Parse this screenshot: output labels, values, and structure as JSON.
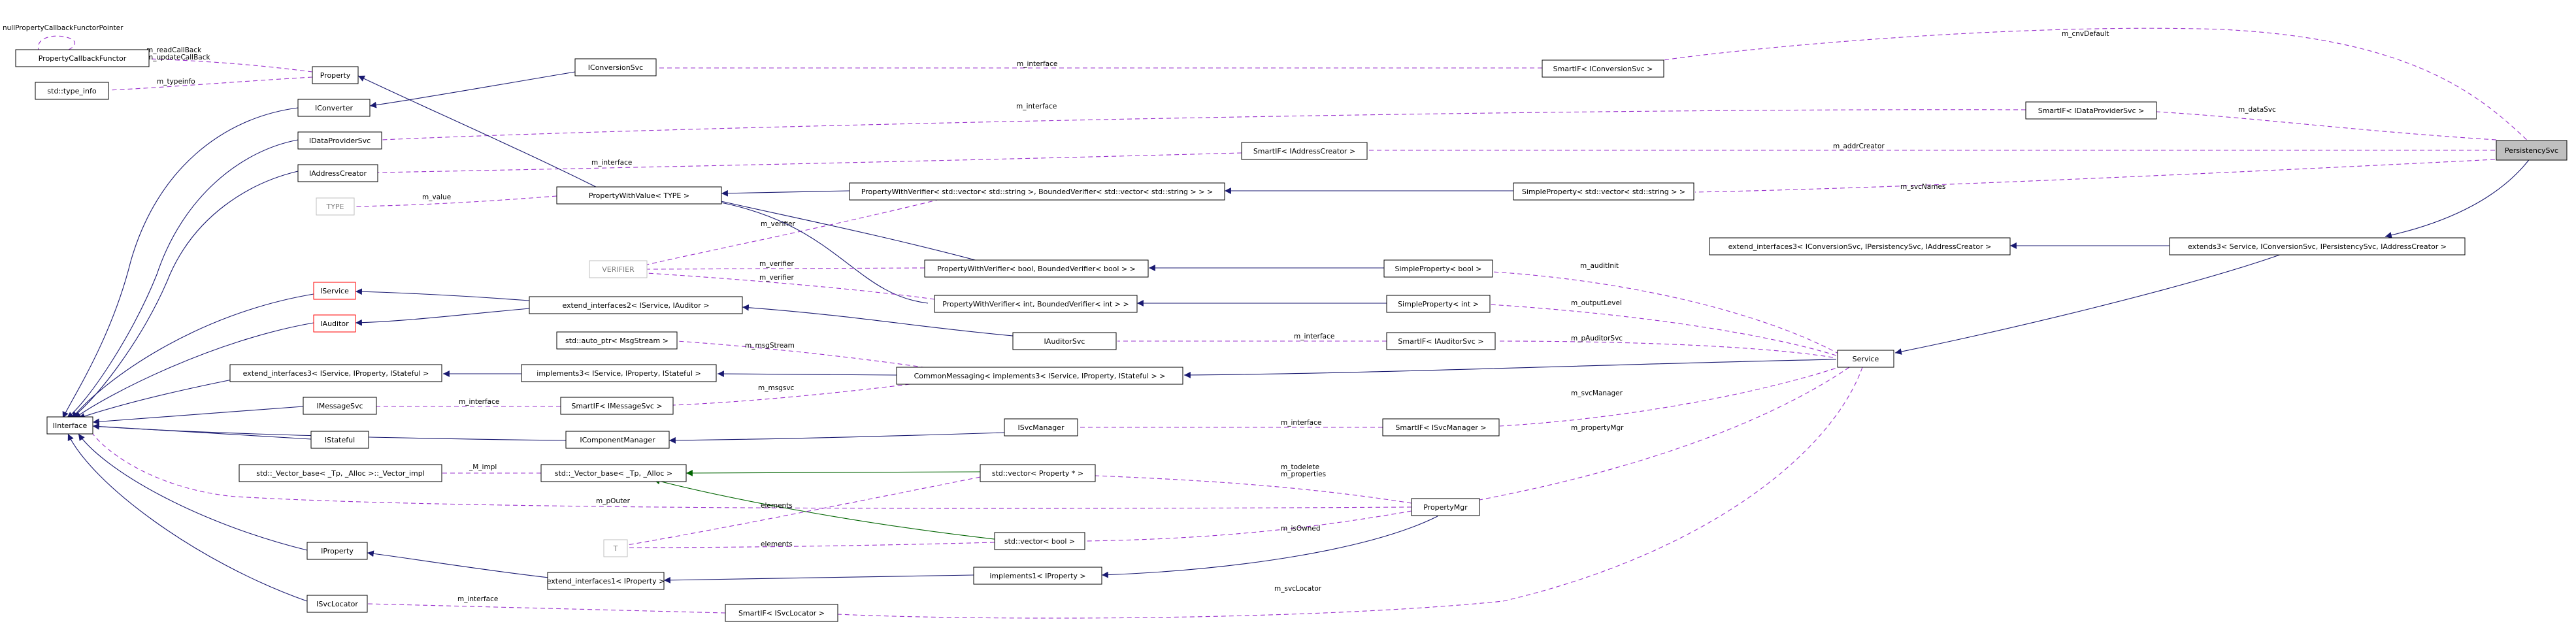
{
  "nodes": {
    "persistencysvc": "PersistencySvc",
    "smartif_iconversionsvc": "SmartIF< IConversionSvc >",
    "smartif_idataprovidersvc": "SmartIF< IDataProviderSvc >",
    "smartif_iaddresscreator": "SmartIF< IAddressCreator >",
    "simpleproperty_vecstring": "SimpleProperty< std::vector< std::string > >",
    "propertywithverifier_vecstring": "PropertyWithVerifier< std::vector< std::string >, BoundedVerifier< std::vector< std::string > > >",
    "extend_interfaces3": "extend_interfaces3< IConversionSvc, IPersistencySvc, IAddressCreator >",
    "extends3": "extends3< Service, IConversionSvc, IPersistencySvc, IAddressCreator >",
    "simpleproperty_bool": "SimpleProperty< bool >",
    "simpleproperty_int": "SimpleProperty< int >",
    "propertywithverifier_bool": "PropertyWithVerifier< bool, BoundedVerifier< bool > >",
    "propertywithverifier_int": "PropertyWithVerifier< int, BoundedVerifier< int > >",
    "smartif_iauditorsvc": "SmartIF< IAuditorSvc >",
    "iauditorsvc": "IAuditorSvc",
    "service": "Service",
    "commonmessaging": "CommonMessaging< implements3< IService, IProperty, IStateful > >",
    "implements3": "implements3< IService, IProperty, IStateful >",
    "extend_interfaces3_b": "extend_interfaces3< IService, IProperty, IStateful >",
    "auto_ptr_msgstream": "std::auto_ptr< MsgStream >",
    "smartif_imessagesvc": "SmartIF< IMessageSvc >",
    "imessagesvc": "IMessageSvc",
    "isvcmanager": "ISvcManager",
    "smartif_isvcmanager": "SmartIF< ISvcManager >",
    "icomponentmanager": "IComponentManager",
    "istateful": "IStateful",
    "iinterface": "IInterface",
    "vector_base_impl": "std::_Vector_base< _Tp, _Alloc >::_Vector_impl",
    "vector_base": "std::_Vector_base< _Tp, _Alloc >",
    "vector_property": "std::vector< Property * >",
    "vector_bool": "std::vector< bool >",
    "propertymgr": "PropertyMgr",
    "t_node": "T",
    "iproperty": "IProperty",
    "extend_interfaces1": "extend_interfaces1< IProperty >",
    "implements1": "implements1< IProperty >",
    "isvclocator": "ISvcLocator",
    "smartif_isvclocator": "SmartIF< ISvcLocator >",
    "propertycallbackfunctor": "PropertyCallbackFunctor",
    "std_type_info": "std::type_info",
    "property": "Property",
    "iconversionsvc": "IConversionSvc",
    "iconverter": "IConverter",
    "idataprovidersvc": "IDataProviderSvc",
    "iaddresscreator": "IAddressCreator",
    "type_node": "TYPE",
    "propertywithvalue": "PropertyWithValue< TYPE >",
    "verifier_node": "VERIFIER",
    "iservice": "IService",
    "iauditor": "IAuditor",
    "extend_interfaces2": "extend_interfaces2< IService, IAuditor >"
  },
  "edge_labels": {
    "m_cnvDefault": "m_cnvDefault",
    "m_interface_1": "m_interface",
    "m_dataSvc": "m_dataSvc",
    "m_interface_2": "m_interface",
    "m_addrCreator": "m_addrCreator",
    "m_interface_3": "m_interface",
    "m_svcNames": "m_svcNames",
    "m_auditInit": "m_auditInit",
    "m_outputLevel": "m_outputLevel",
    "m_pAuditorSvc": "m_pAuditorSvc",
    "m_interface_4": "m_interface",
    "m_msgStream": "m_msgStream",
    "m_msgsvc": "m_msgsvc",
    "m_interface_5": "m_interface",
    "m_svcManager": "m_svcManager",
    "m_interface_6": "m_interface",
    "m_propertyMgr": "m_propertyMgr",
    "m_todelete_properties": "m_todelete\nm_properties",
    "M_impl": "_M_impl",
    "elements_1": "elements",
    "elements_2": "elements",
    "m_pOuter": "m_pOuter",
    "m_isOwned": "m_isOwned",
    "m_svcLocator": "m_svcLocator",
    "m_interface_7": "m_interface",
    "m_value": "m_value",
    "m_verifier_1": "m_verifier",
    "m_verifier_2": "m_verifier",
    "m_verifier_3": "m_verifier",
    "nullPropertyCallbackFunctorPointer": "nullPropertyCallbackFunctorPointer",
    "m_readCallBack": "m_readCallBack\nm_updateCallBack",
    "m_typeinfo": "m_typeinfo"
  },
  "colors": {
    "inheritance": "#191970",
    "usage": "#9a32cd",
    "template": "#006400",
    "highlight_fill": "#bfbfbf",
    "undocumented_border": "#bfbfbf",
    "external_border": "#ff0000"
  }
}
